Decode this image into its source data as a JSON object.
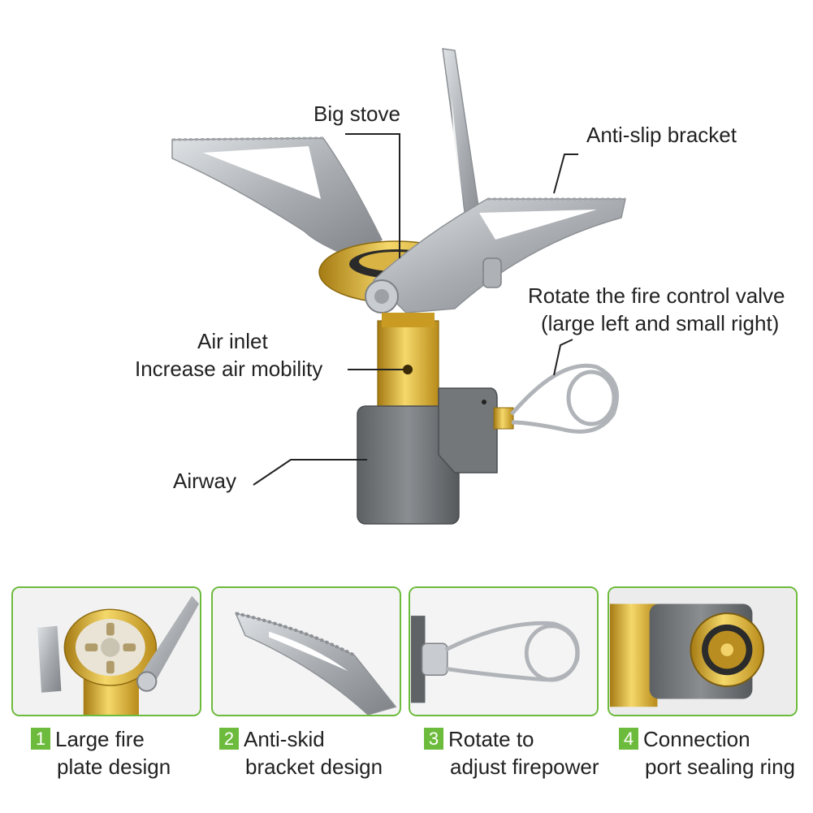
{
  "callouts": {
    "big_stove": "Big stove",
    "anti_slip": "Anti-slip bracket",
    "valve_line1": "Rotate the fire control valve",
    "valve_line2": "(large left and small right)",
    "air_inlet_line1": "Air inlet",
    "air_inlet_line2": "Increase air mobility",
    "airway": "Airway"
  },
  "features": [
    {
      "number": "1",
      "line1": "Large fire",
      "line2": "plate design"
    },
    {
      "number": "2",
      "line1": "Anti-skid",
      "line2": "bracket design"
    },
    {
      "number": "3",
      "line1": "Rotate to",
      "line2": "adjust firepower"
    },
    {
      "number": "4",
      "line1": "Connection",
      "line2": "port sealing ring"
    }
  ],
  "colors": {
    "accent_green": "#6dbb3c",
    "steel": "#b8bcc0",
    "brass": "#d4a628",
    "housing_gray": "#6b6f72"
  }
}
